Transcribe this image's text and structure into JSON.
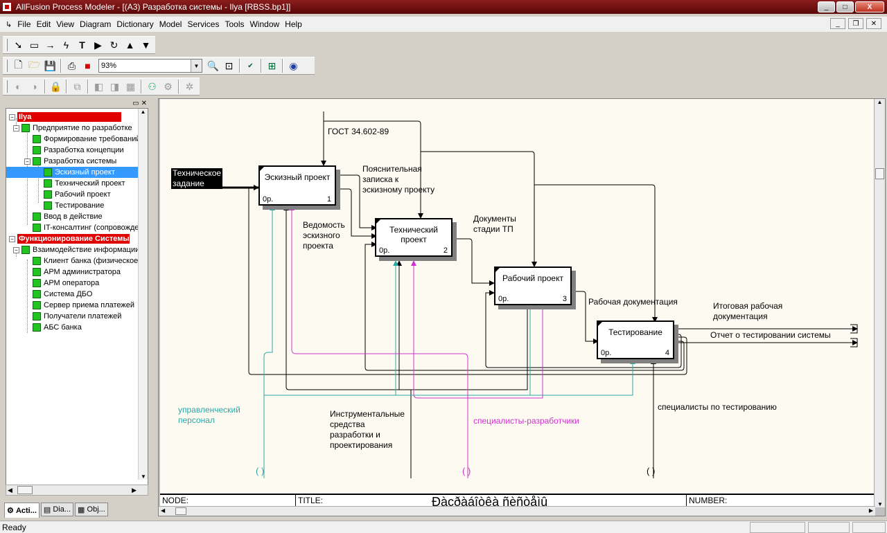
{
  "window": {
    "title": "AllFusion Process Modeler - [(A3) Разработка системы - Ilya  [RBSS.bp1]]",
    "min_glyph": "_",
    "max_glyph": "□",
    "close_glyph": "X"
  },
  "menu": [
    "File",
    "Edit",
    "View",
    "Diagram",
    "Dictionary",
    "Model",
    "Services",
    "Tools",
    "Window",
    "Help"
  ],
  "toolbar": {
    "zoom_value": "93%"
  },
  "tree": {
    "model1": "Ilya",
    "n1": "Предприятие по разработке",
    "n2": "Формирование требований",
    "n3": "Разработка концепции",
    "n4": "Разработка системы",
    "n5": "Эскизный проект",
    "n6": "Технический проект",
    "n7": "Рабочий проект",
    "n8": "Тестирование",
    "n9": "Ввод в действие",
    "n10": "IT-консалтинг (сопровождение)",
    "model2": "Функционирование Системы",
    "m1": "Взаимодействие информации",
    "m2": "Клиент банка  (физическое)",
    "m3": "АРМ администратора",
    "m4": "АРМ оператора",
    "m5": "Система ДБО",
    "m6": "Сервер приема платежей",
    "m7": "Получатели платежей",
    "m8": "АБС банка"
  },
  "tabs": {
    "t1": "Acti...",
    "t2": "Dia...",
    "t3": "Obj..."
  },
  "diagram": {
    "activities": {
      "a1": {
        "name": "Эскизный проект",
        "cost": "0р.",
        "num": "1"
      },
      "a2": {
        "name": "Технический проект",
        "cost": "0р.",
        "num": "2"
      },
      "a3": {
        "name": "Рабочий проект",
        "cost": "0р.",
        "num": "3"
      },
      "a4": {
        "name": "Тестирование",
        "cost": "0р.",
        "num": "4"
      }
    },
    "labels": {
      "input_main_1": "Техническое",
      "input_main_2": "задание",
      "control_gost": "ГОСТ 34.602-89",
      "expl_note_1": "Пояснительная",
      "expl_note_2": "записка к",
      "expl_note_3": "эскизному проекту",
      "statement_1": "Ведомость",
      "statement_2": "эскизного",
      "statement_3": "проекта",
      "docs_tp_1": "Документы",
      "docs_tp_2": "стадии ТП",
      "work_docs": "Рабочая документация",
      "final_docs_1": "Итоговая рабочая",
      "final_docs_2": "документация",
      "test_report": "Отчет о тестировании системы",
      "mgmt_1": "управленческий",
      "mgmt_2": "персонал",
      "tools_1": "Инструментальные",
      "tools_2": "средства",
      "tools_3": "разработки и",
      "tools_4": "проектирования",
      "developers": "специалисты-разработчики",
      "testers": "специалисты по тестированию",
      "tunnel": "( )"
    },
    "footer": {
      "node": "NODE:",
      "title": "TITLE:",
      "title_value": "Ðàçðàáîòêà ñèñòåìû",
      "number": "NUMBER:"
    }
  },
  "status": {
    "text": "Ready"
  },
  "colors": {
    "cyan_arrow": "#2aa7a7",
    "magenta_arrow": "#cc33cc",
    "title_bar": "#7a1414"
  }
}
